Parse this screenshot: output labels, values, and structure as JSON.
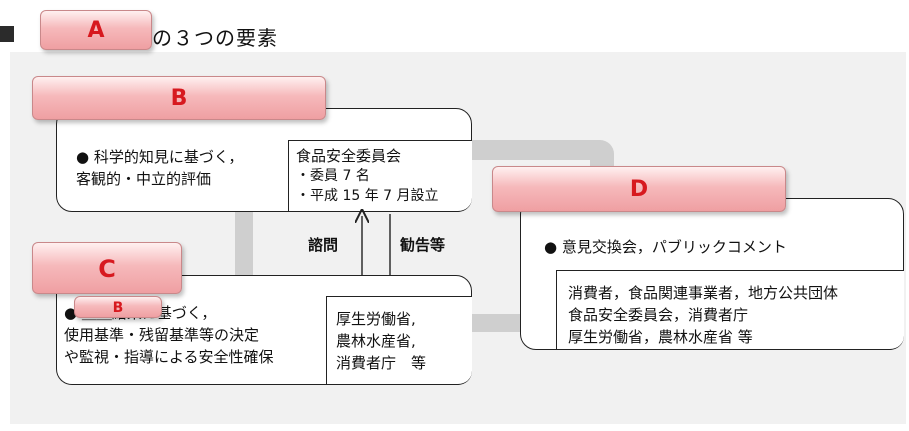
{
  "title": {
    "label_a": "A",
    "suffix": "の３つの要素"
  },
  "box_b": {
    "label": "B",
    "description": [
      "● 科学的知見に基づく，",
      "  客観的・中立的評価"
    ],
    "org": [
      "食品安全委員会",
      "・委員 7 名",
      "・平成 15 年 7 月設立"
    ]
  },
  "box_c": {
    "label": "C",
    "sub_label": "B",
    "description": [
      "● ＿＿結果に基づく，",
      "使用基準・残留基準等の決定",
      "や監視・指導による安全性確保"
    ],
    "org": [
      "厚生労働省,",
      "農林水産省,",
      "消費者庁　等"
    ]
  },
  "box_d": {
    "label": "D",
    "description": "● 意見交換会，パブリックコメント",
    "participants": [
      "消費者，食品関連事業者，地方公共団体",
      "食品安全委員会，消費者庁",
      "厚生労働省，農林水産省 等"
    ]
  },
  "arrows": {
    "up_label": "諮問",
    "down_label": "勧告等"
  }
}
